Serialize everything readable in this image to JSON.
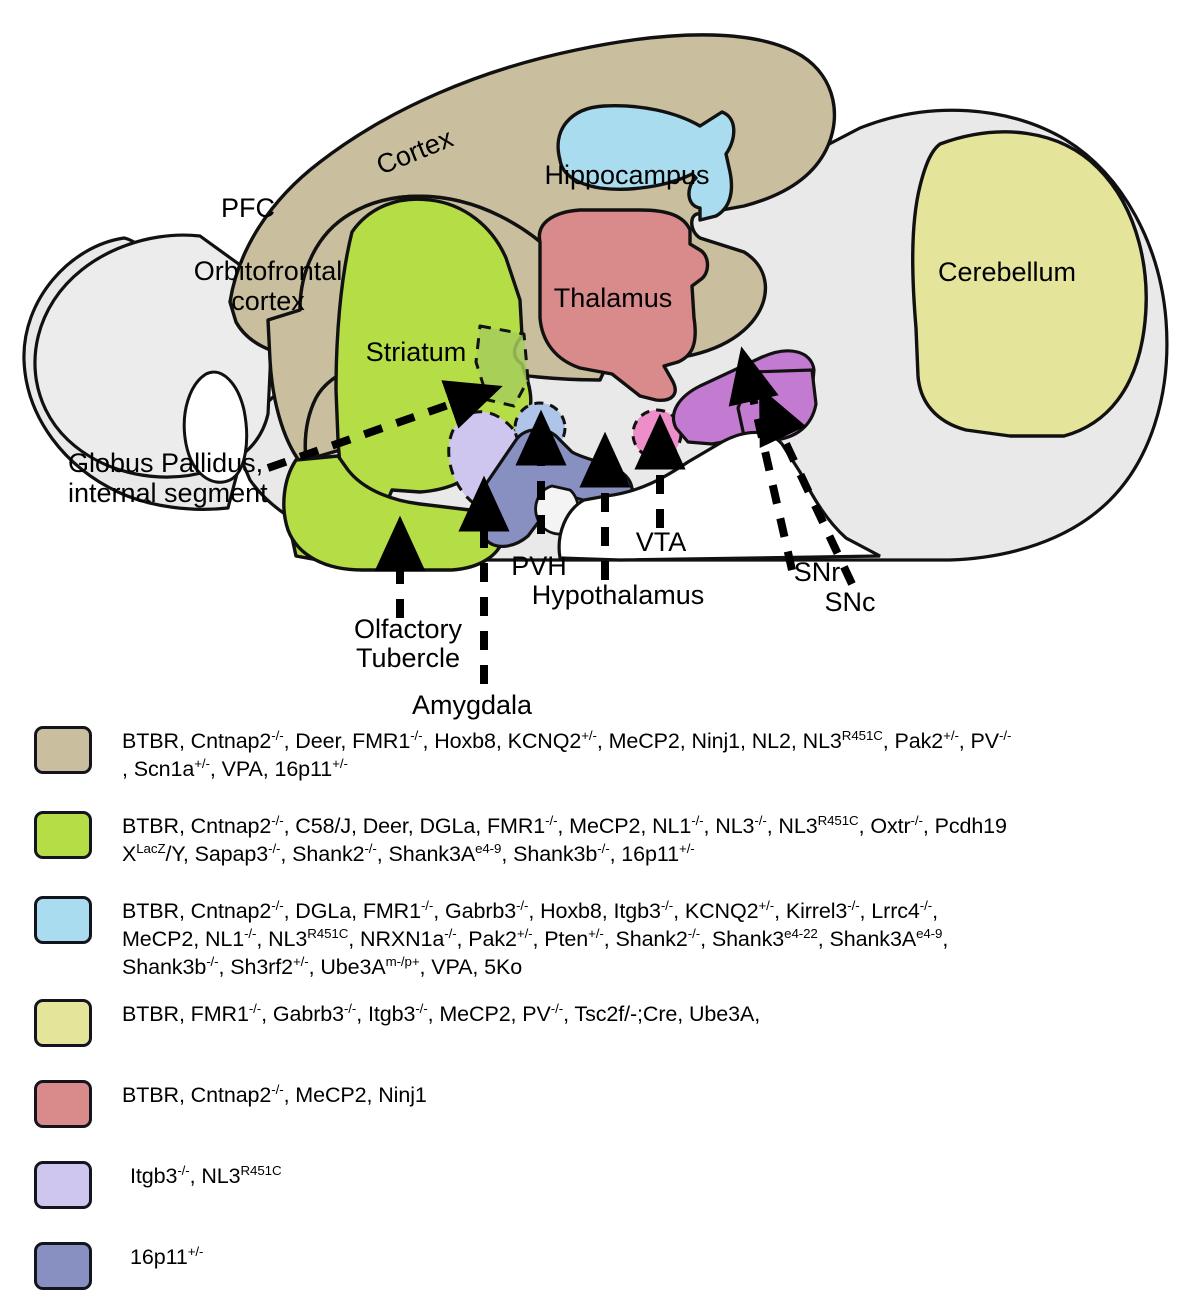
{
  "diagram": {
    "title": "Mouse brain sagittal schematic with autism mouse model regions",
    "regions": [
      {
        "key": "cortex",
        "label": "Cortex",
        "color": "#c9bf9e"
      },
      {
        "key": "pfc",
        "label": "PFC",
        "color": "#c9bf9e"
      },
      {
        "key": "orbitofrontal_cortex",
        "label": "Orbitofrontal\ncortex",
        "line1": "Orbitofrontal",
        "line2": "cortex",
        "color": "#c9bf9e"
      },
      {
        "key": "hippocampus",
        "label": "Hippocampus",
        "color": "#a8dcee"
      },
      {
        "key": "cerebellum",
        "label": "Cerebellum",
        "color": "#e4e59a"
      },
      {
        "key": "thalamus",
        "label": "Thalamus",
        "color": "#d98b8b"
      },
      {
        "key": "striatum",
        "label": "Striatum",
        "color": "#b5dd45"
      },
      {
        "key": "globus_pallidus",
        "line1": "Globus Pallidus,",
        "line2": "internal segment",
        "color": "#b5dd45"
      },
      {
        "key": "olfactory_tubercle",
        "line1": "Olfactory",
        "line2": "Tubercle",
        "color": "#b5dd45"
      },
      {
        "key": "amygdala",
        "label": "Amygdala",
        "color": "#cfc6ef"
      },
      {
        "key": "pvh",
        "label": "PVH",
        "color": "#aec4e8"
      },
      {
        "key": "hypothalamus",
        "label": "Hypothalamus",
        "color": "#8790c0"
      },
      {
        "key": "vta",
        "label": "VTA",
        "color": "#ee8ec8"
      },
      {
        "key": "snr",
        "label": "SNr",
        "color": "#c27bd0"
      },
      {
        "key": "snc",
        "label": "SNc",
        "color": "#c27bd0"
      },
      {
        "key": "background_brain",
        "label": "",
        "color": "#e9e9e9"
      }
    ]
  },
  "legend": {
    "rows": [
      {
        "key": "cortex",
        "color": "#c9bf9e",
        "lines": [
          "BTBR, Cntnap2<sup>-/-</sup>, Deer, FMR1<sup>-/-</sup>, Hoxb8, KCNQ2<sup>+/-</sup>, MeCP2, Ninj1, NL2, NL3<sup>R451C</sup>, Pak2<sup>+/-</sup>, PV<sup>-/-</sup>",
          ", Scn1a<sup>+/-</sup>, VPA, 16p11<sup>+/-</sup>"
        ],
        "plain": "BTBR, Cntnap2-/-, Deer, FMR1-/-, Hoxb8, KCNQ2+/-, MeCP2, Ninj1, NL2, NL3R451C, Pak2+/-, PV-/-, Scn1a+/-, VPA, 16p11+/-"
      },
      {
        "key": "striatum",
        "color": "#b5dd45",
        "lines": [
          "BTBR, Cntnap2<sup>-/-</sup>, C58/J, Deer, DGLa, FMR1<sup>-/-</sup>, MeCP2, NL1<sup>-/-</sup>, NL3<sup>-/-</sup>, NL3<sup>R451C</sup>, Oxtr<sup>-/-</sup>, Pcdh19",
          "X<sup>LacZ</sup>/Y, Sapap3<sup>-/-</sup>, Shank2<sup>-/-</sup>, Shank3A<sup>e4-9</sup>, Shank3b<sup>-/-</sup>, 16p11<sup>+/-</sup>"
        ],
        "plain": "BTBR, Cntnap2-/-, C58/J, Deer, DGLa, FMR1-/-, MeCP2, NL1-/-, NL3-/-, NL3R451C, Oxtr-/-, Pcdh19 XLacZ/Y, Sapap3-/-, Shank2-/-, Shank3Ae4-9, Shank3b-/-, 16p11+/-"
      },
      {
        "key": "hippocampus",
        "color": "#a8dcee",
        "lines": [
          " BTBR, Cntnap2<sup>-/-</sup>, DGLa, FMR1<sup>-/-</sup>, Gabrb3<sup>-/-</sup>, Hoxb8, Itgb3<sup>-/-</sup>, KCNQ2<sup>+/-</sup>, Kirrel3<sup>-/-</sup>, Lrrc4<sup>-/-</sup>,",
          "MeCP2, NL1<sup>-/-</sup>, NL3<sup>R451C</sup>, NRXN1a<sup>-/-</sup>, Pak2<sup>+/-</sup>, Pten<sup>+/-</sup>, Shank2<sup>-/-</sup>, Shank3<sup>e4-22</sup>, Shank3A<sup>e4-9</sup>,",
          "Shank3b<sup>-/-</sup>, Sh3rf2<sup>+/-</sup>, Ube3A<sup>m-/p+</sup>, VPA, 5Ko"
        ],
        "plain": "BTBR, Cntnap2-/-, DGLa, FMR1-/-, Gabrb3-/-, Hoxb8, Itgb3-/-, KCNQ2+/-, Kirrel3-/-, Lrrc4-/-, MeCP2, NL1-/-, NL3R451C, NRXN1a-/-, Pak2+/-, Pten+/-, Shank2-/-, Shank3e4-22, Shank3Ae4-9, Shank3b-/-, Sh3rf2+/-, Ube3Am-/p+, VPA, 5Ko"
      },
      {
        "key": "cerebellum",
        "color": "#e4e59a",
        "lines": [
          "BTBR, FMR1<sup>-/-</sup>, Gabrb3<sup>-/-</sup>, Itgb3<sup>-/-</sup>, MeCP2, PV<sup>-/-</sup>, Tsc2f/-;Cre, Ube3A,"
        ],
        "plain": "BTBR, FMR1-/-, Gabrb3-/-, Itgb3-/-, MeCP2, PV-/-, Tsc2f/-;Cre, Ube3A,"
      },
      {
        "key": "thalamus",
        "color": "#d98b8b",
        "lines": [
          "BTBR, Cntnap2<sup>-/-</sup>, MeCP2, Ninj1"
        ],
        "plain": "BTBR, Cntnap2-/-, MeCP2, Ninj1"
      },
      {
        "key": "amygdala",
        "color": "#cfc6ef",
        "lines": [
          "Itgb3<sup>-/-</sup>, NL3<sup>R451C</sup>"
        ],
        "plain": "Itgb3-/-, NL3R451C"
      },
      {
        "key": "hypothalamus",
        "color": "#8790c0",
        "lines": [
          "16p11<sup>+/-</sup>"
        ],
        "plain": "16p11+/-"
      }
    ]
  }
}
